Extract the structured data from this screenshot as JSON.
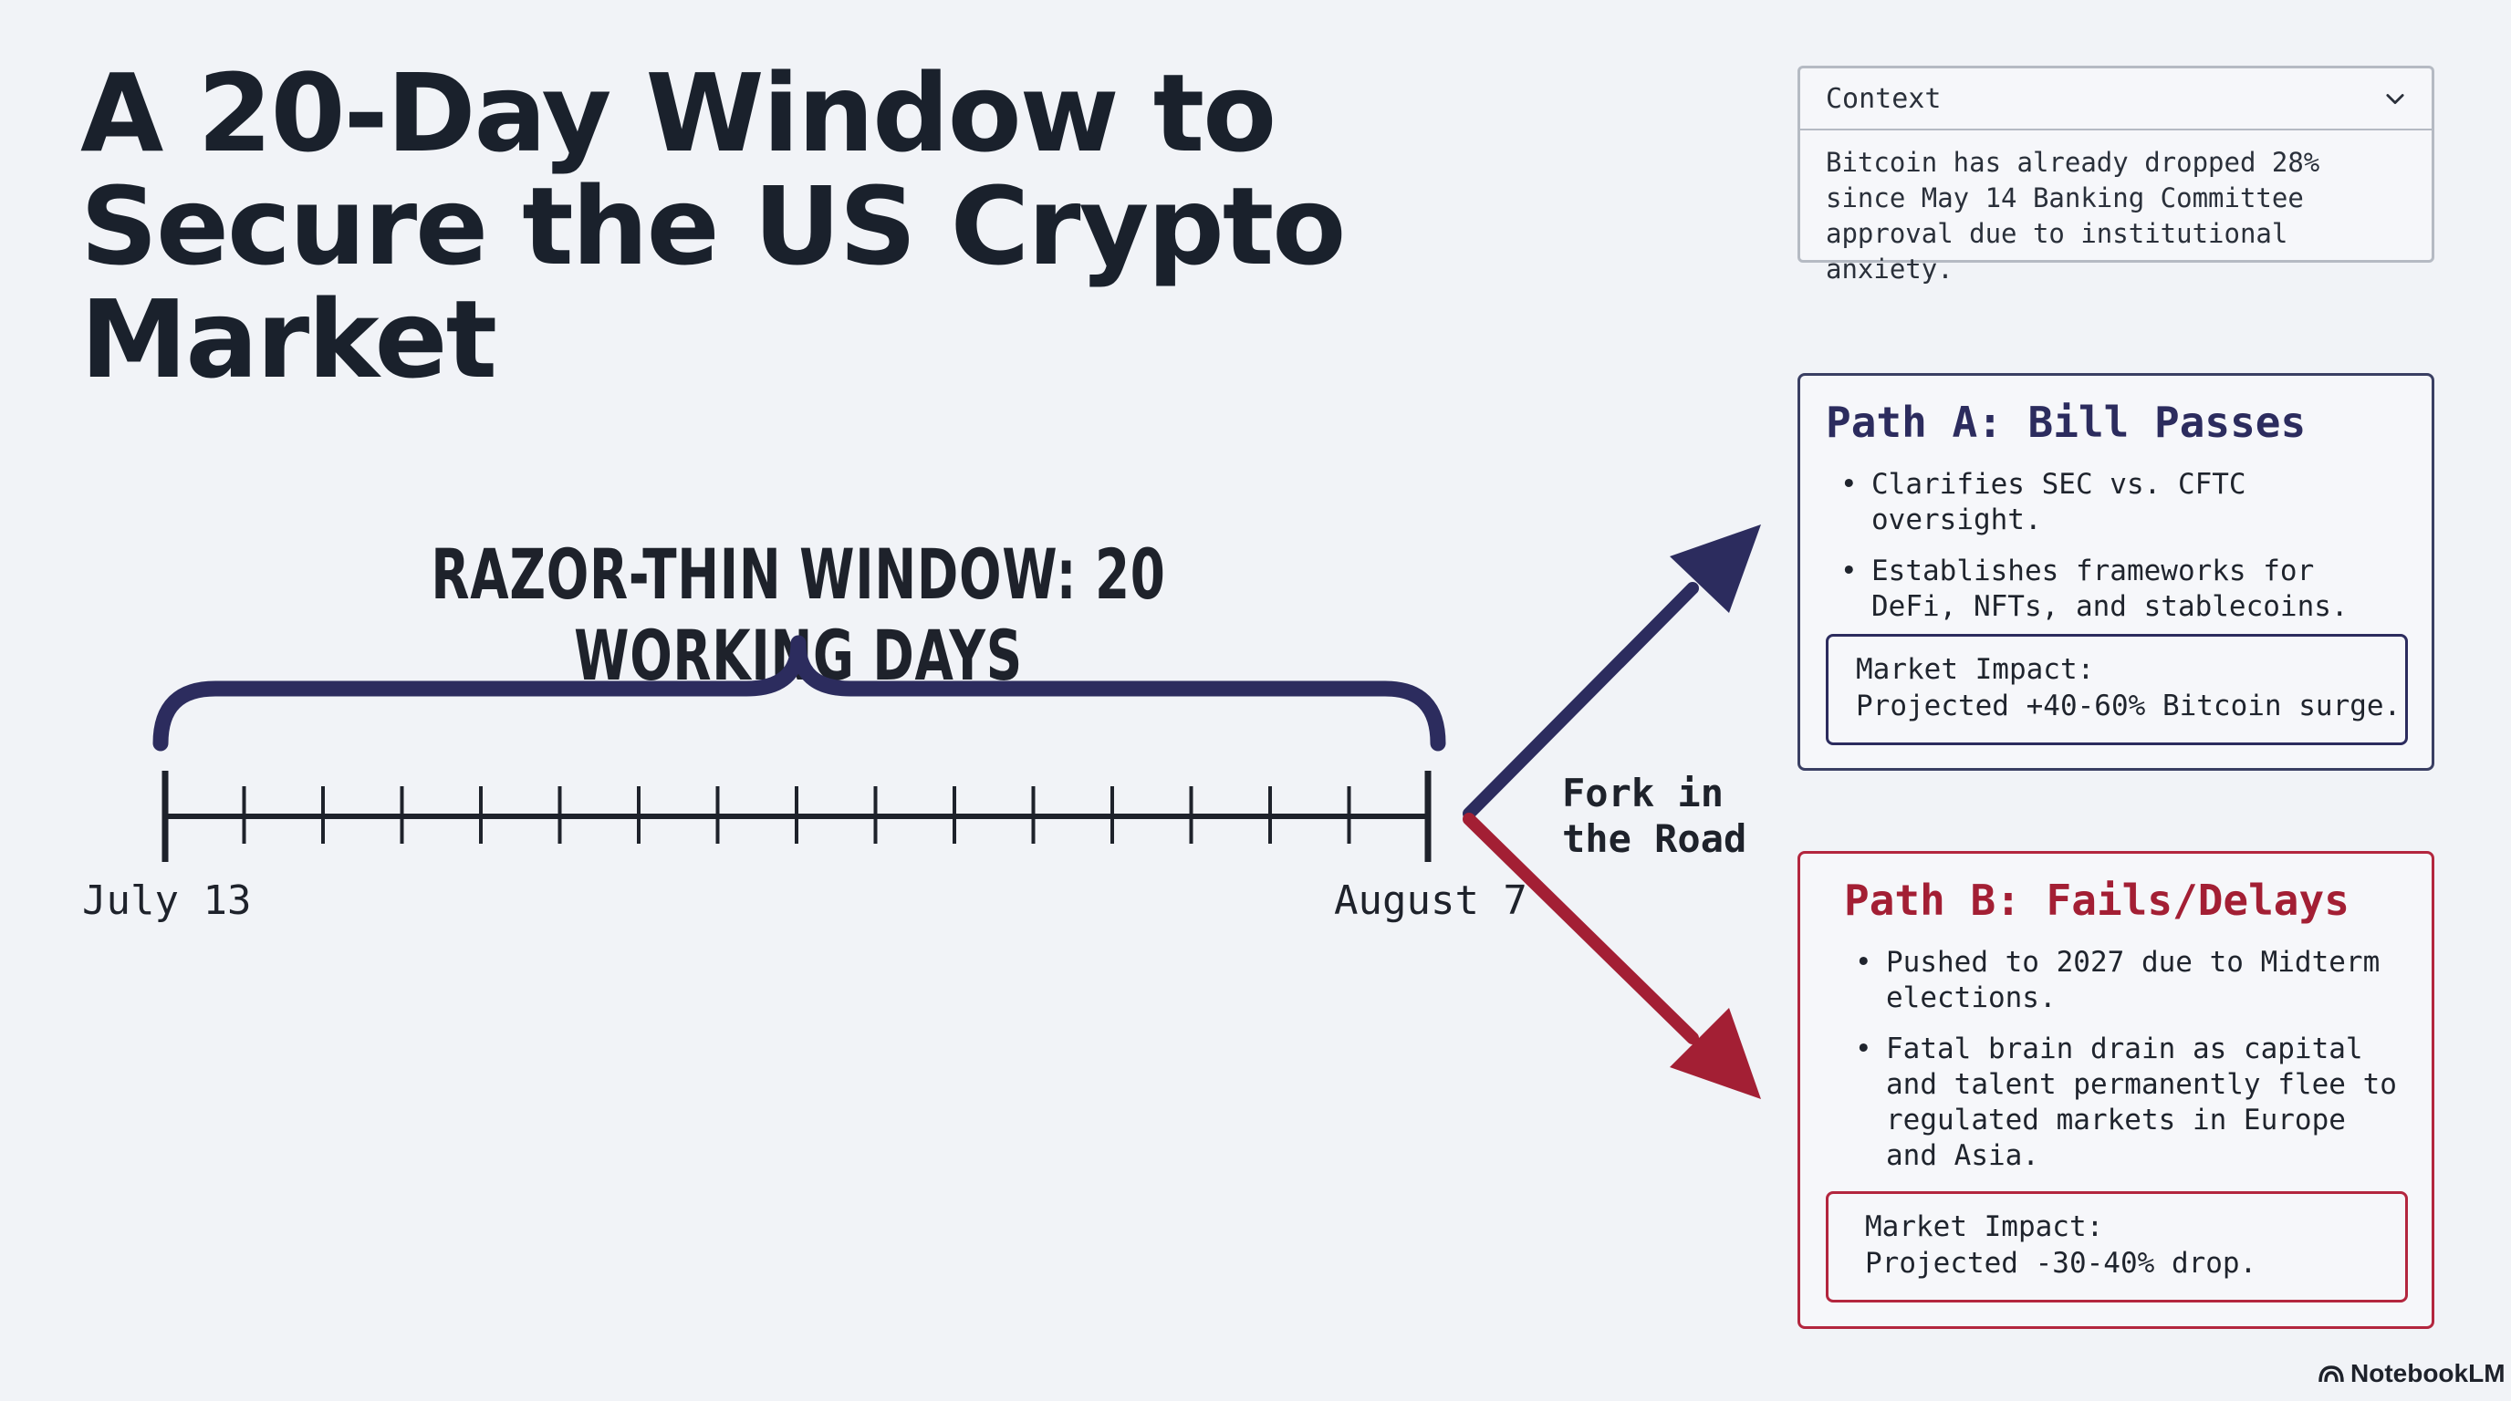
{
  "title": "A 20-Day Window to Secure the US Crypto Market",
  "context": {
    "header": "Context",
    "body": "Bitcoin has already dropped 28% since May 14 Banking Committee approval due to institutional anxiety."
  },
  "timeline": {
    "label": "RAZOR-THIN WINDOW: 20 WORKING DAYS",
    "start": "July 13",
    "end": "August 7",
    "fork_label": [
      "Fork in",
      "the Road"
    ]
  },
  "paths": {
    "a": {
      "title": "Path A: Bill Passes",
      "bullets": [
        "Clarifies SEC vs. CFTC oversight.",
        "Establishes frameworks for DeFi, NFTs, and stablecoins."
      ],
      "impact": [
        "Market Impact:",
        "Projected +40-60% Bitcoin surge."
      ],
      "color": "#2c2c5e"
    },
    "b": {
      "title": "Path B: Fails/Delays",
      "bullets": [
        "Pushed to 2027 due to Midterm elections.",
        "Fatal brain drain as capital and talent permanently flee to regulated markets in Europe and Asia."
      ],
      "impact": [
        "Market Impact:",
        "Projected -30-40% drop."
      ],
      "color": "#a31f34"
    }
  },
  "brand": "NotebookLM"
}
